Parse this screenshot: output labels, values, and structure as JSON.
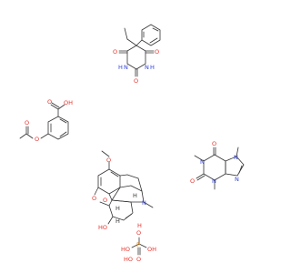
{
  "colors": {
    "bond": "#333333",
    "oxygen": "#e8302a",
    "nitrogen": "#2f3fd6",
    "phosphorus": "#e07a00",
    "background": "#ffffff"
  },
  "molecules": {
    "phenobarbital": {
      "labels": [
        "O",
        "O",
        "O",
        "N",
        "N",
        "H",
        "H"
      ]
    },
    "aspirin": {
      "labels": [
        "O",
        "OH",
        "O",
        "O"
      ]
    },
    "caffeine": {
      "labels": [
        "O",
        "O",
        "N",
        "N",
        "N",
        "N"
      ]
    },
    "codeine": {
      "labels": [
        "O",
        "O",
        "O",
        "HO",
        "N",
        "H",
        "H",
        "H"
      ]
    },
    "phosphoric_acid": {
      "labels": [
        "HO",
        "P",
        "OH",
        "HO",
        "O",
        "O",
        "H"
      ]
    }
  }
}
